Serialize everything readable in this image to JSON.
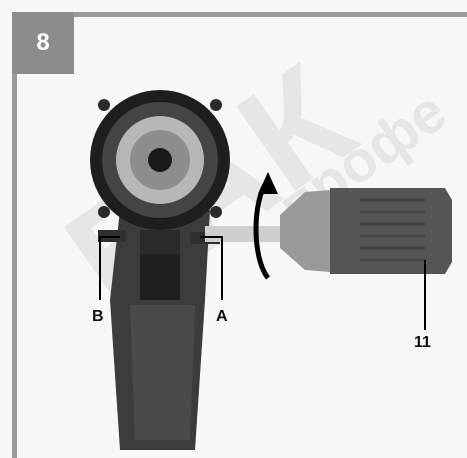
{
  "figure": {
    "number": "8",
    "callouts": {
      "a": "A",
      "b": "B",
      "eleven": "11"
    }
  },
  "watermark": {
    "big_text": "БАК",
    "small_text": "профе"
  },
  "colors": {
    "badge": "#8c8c8c",
    "frame": "#9a9a9a",
    "tool_body": "#3c3c3c",
    "tool_dark": "#1e1e1e",
    "chuck_metal": "#b7b7b7",
    "bit_grip": "#555555",
    "bit_collar": "#9a9a9a"
  }
}
